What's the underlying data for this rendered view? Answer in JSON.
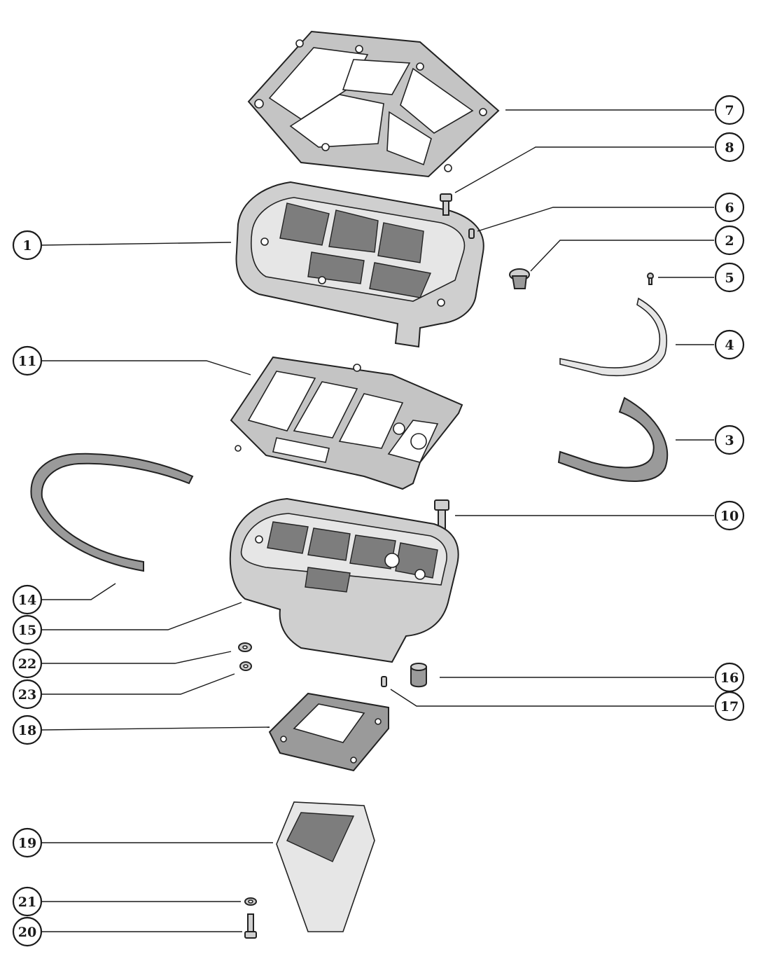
{
  "diagram": {
    "callouts": [
      {
        "id": "c1",
        "label": "1"
      },
      {
        "id": "c2",
        "label": "2"
      },
      {
        "id": "c3",
        "label": "3"
      },
      {
        "id": "c4",
        "label": "4"
      },
      {
        "id": "c5",
        "label": "5"
      },
      {
        "id": "c6",
        "label": "6"
      },
      {
        "id": "c7",
        "label": "7"
      },
      {
        "id": "c8",
        "label": "8"
      },
      {
        "id": "c10",
        "label": "10"
      },
      {
        "id": "c11",
        "label": "11"
      },
      {
        "id": "c14",
        "label": "14"
      },
      {
        "id": "c15",
        "label": "15"
      },
      {
        "id": "c16",
        "label": "16"
      },
      {
        "id": "c17",
        "label": "17"
      },
      {
        "id": "c18",
        "label": "18"
      },
      {
        "id": "c19",
        "label": "19"
      },
      {
        "id": "c20",
        "label": "20"
      },
      {
        "id": "c21",
        "label": "21"
      },
      {
        "id": "c22",
        "label": "22"
      },
      {
        "id": "c23",
        "label": "23"
      }
    ]
  }
}
